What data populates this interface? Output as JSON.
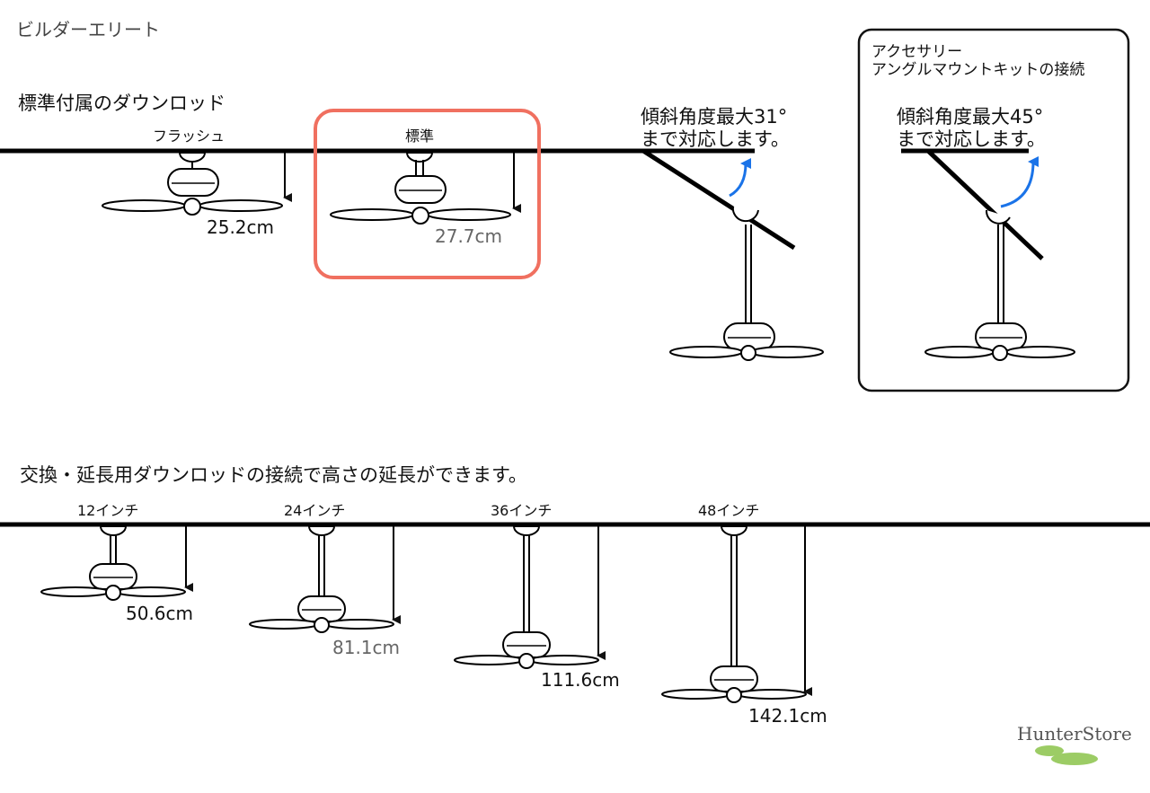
{
  "title": "ビルダーエリート",
  "section_top": {
    "heading": "標準付属のダウンロッド",
    "flush": {
      "label": "フラッシュ",
      "measure": "25.2cm"
    },
    "standard": {
      "label": "標準",
      "measure": "27.7cm"
    },
    "slope_note": [
      "傾斜角度最大31°",
      "まで対応します。"
    ],
    "accessory": {
      "title": [
        "アクセサリー",
        "アングルマウントキットの接続"
      ],
      "note": [
        "傾斜角度最大45°",
        "まで対応します。"
      ]
    }
  },
  "section_bottom": {
    "heading": "交換・延長用ダウンロッドの接続で高さの延長ができます。",
    "rods": [
      {
        "label": "12インチ",
        "measure": "50.6cm"
      },
      {
        "label": "24インチ",
        "measure": "81.1cm"
      },
      {
        "label": "36インチ",
        "measure": "111.6cm"
      },
      {
        "label": "48インチ",
        "measure": "142.1cm"
      }
    ]
  },
  "logo": {
    "text": "HunterStore",
    "colors": {
      "leaf": "#9ccc65"
    }
  },
  "colors": {
    "highlight": "#f07060",
    "arrow_blue": "#1a73e8"
  }
}
